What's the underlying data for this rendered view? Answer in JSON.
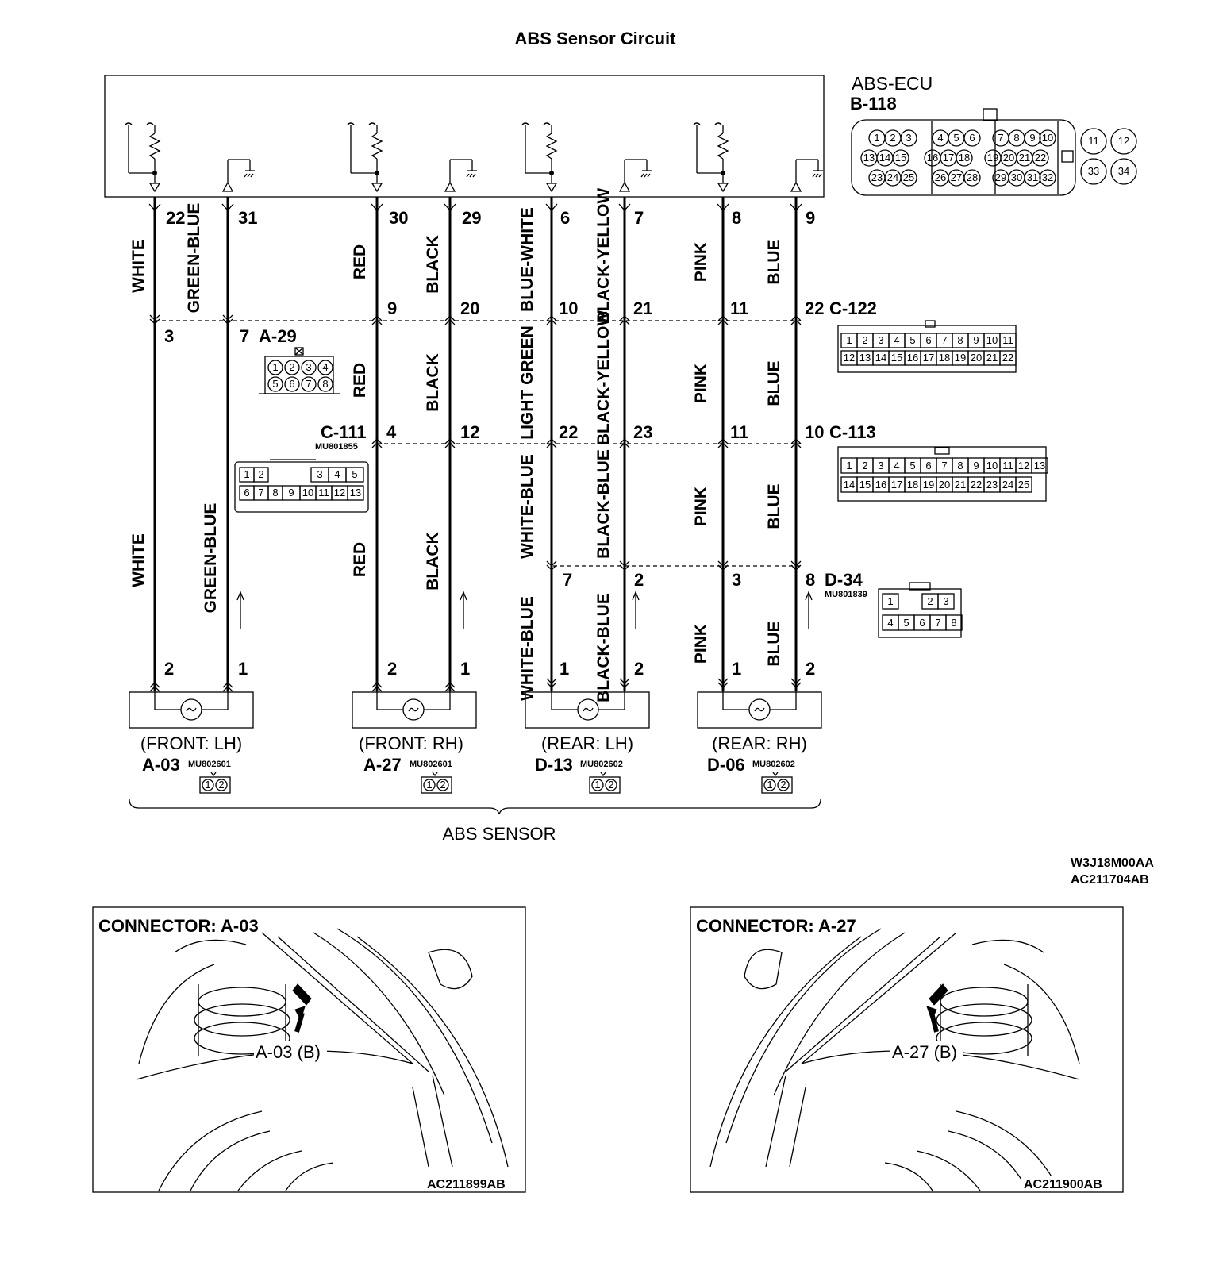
{
  "title": "ABS Sensor Circuit",
  "ecu": {
    "name": "ABS-ECU",
    "id": "B-118"
  },
  "ecu_cavities": [
    "1",
    "2",
    "3",
    "4",
    "5",
    "6",
    "7",
    "8",
    "9",
    "10",
    "11",
    "12",
    "13",
    "14",
    "15",
    "16",
    "17",
    "18",
    "19",
    "20",
    "21",
    "22",
    "23",
    "24",
    "25",
    "26",
    "27",
    "28",
    "29",
    "30",
    "31",
    "32",
    "33",
    "34"
  ],
  "ecu_pins": [
    "22",
    "31",
    "30",
    "29",
    "6",
    "7",
    "8",
    "9"
  ],
  "wire_colors_top": [
    "WHITE",
    "GREEN-BLUE",
    "RED",
    "BLACK",
    "BLUE-WHITE",
    "BLACK-YELLOW",
    "PINK",
    "BLUE"
  ],
  "wire_colors_mid": [
    "RED",
    "BLACK",
    "LIGHT GREEN",
    "BLACK-YELLOW",
    "PINK",
    "BLUE"
  ],
  "wire_colors_low": [
    "WHITE",
    "GREEN-BLUE",
    "RED",
    "BLACK",
    "WHITE-BLUE",
    "BLACK-BLUE",
    "PINK",
    "BLUE"
  ],
  "wire_colors_bottom": [
    "WHITE-BLUE",
    "BLACK-BLUE",
    "PINK",
    "BLUE"
  ],
  "connectors": {
    "c122": {
      "id": "C-122",
      "pins": [
        "9",
        "20",
        "10",
        "21",
        "11",
        "22"
      ]
    },
    "a29": {
      "id": "A-29",
      "pins": [
        "3",
        "7"
      ],
      "cavities": [
        "1",
        "2",
        "3",
        "4",
        "5",
        "6",
        "7",
        "8"
      ]
    },
    "c111": {
      "id": "C-111",
      "part": "MU801855",
      "pins": [
        "4",
        "12"
      ],
      "cavities": [
        "1",
        "2",
        "3",
        "4",
        "5",
        "6",
        "7",
        "8",
        "9",
        "10",
        "11",
        "12",
        "13"
      ]
    },
    "c113": {
      "id": "C-113",
      "pins": [
        "22",
        "23",
        "11",
        "10"
      ]
    },
    "d34": {
      "id": "D-34",
      "part": "MU801839",
      "pins": [
        "7",
        "2",
        "3",
        "8"
      ],
      "cavities": [
        "1",
        "2",
        "3",
        "4",
        "5",
        "6",
        "7",
        "8"
      ]
    },
    "c122_cavities": [
      "1",
      "2",
      "3",
      "4",
      "5",
      "6",
      "7",
      "8",
      "9",
      "10",
      "11",
      "12",
      "13",
      "14",
      "15",
      "16",
      "17",
      "18",
      "19",
      "20",
      "21",
      "22"
    ],
    "c113_cavities": [
      "1",
      "2",
      "3",
      "4",
      "5",
      "6",
      "7",
      "8",
      "9",
      "10",
      "11",
      "12",
      "13",
      "14",
      "15",
      "16",
      "17",
      "18",
      "19",
      "20",
      "21",
      "22",
      "23",
      "24",
      "25"
    ]
  },
  "sensors": [
    {
      "location": "(FRONT: LH)",
      "id": "A-03",
      "part": "MU802601",
      "pins": [
        "2",
        "1"
      ]
    },
    {
      "location": "(FRONT: RH)",
      "id": "A-27",
      "part": "MU802601",
      "pins": [
        "2",
        "1"
      ]
    },
    {
      "location": "(REAR: LH)",
      "id": "D-13",
      "part": "MU802602",
      "pins": [
        "1",
        "2"
      ]
    },
    {
      "location": "(REAR: RH)",
      "id": "D-06",
      "part": "MU802602",
      "pins": [
        "1",
        "2"
      ]
    }
  ],
  "sensor_cavities": [
    "1",
    "2"
  ],
  "group_label": "ABS SENSOR",
  "codes": [
    "W3J18M00AA",
    "AC211704AB"
  ],
  "panels": [
    {
      "title": "CONNECTOR: A-03",
      "callout": "A-03 (B)",
      "code": "AC211899AB"
    },
    {
      "title": "CONNECTOR: A-27",
      "callout": "A-27 (B)",
      "code": "AC211900AB"
    }
  ]
}
